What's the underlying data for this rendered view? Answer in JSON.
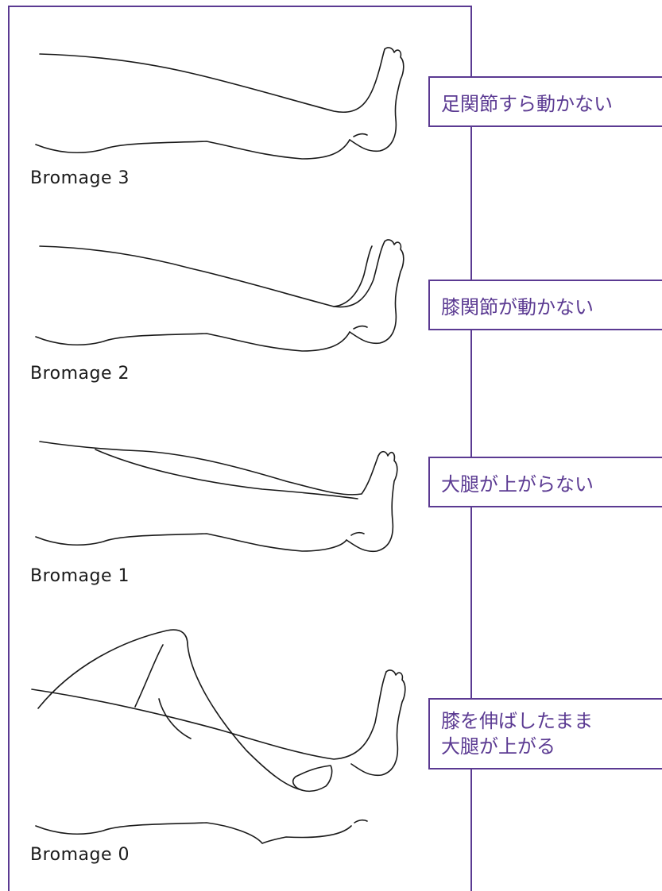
{
  "colors": {
    "frame": "#5b3a92",
    "callout_text": "#5b3a92",
    "line": "#1a1a1a"
  },
  "stages": [
    {
      "label": "Bromage 3",
      "callout": [
        "足関節すら動かない"
      ]
    },
    {
      "label": "Bromage 2",
      "callout": [
        "膝関節が動かない"
      ]
    },
    {
      "label": "Bromage 1",
      "callout": [
        "大腿が上がらない"
      ]
    },
    {
      "label": "Bromage 0",
      "callout": [
        "膝を伸ばしたまま",
        "大腿が上がる"
      ]
    }
  ]
}
